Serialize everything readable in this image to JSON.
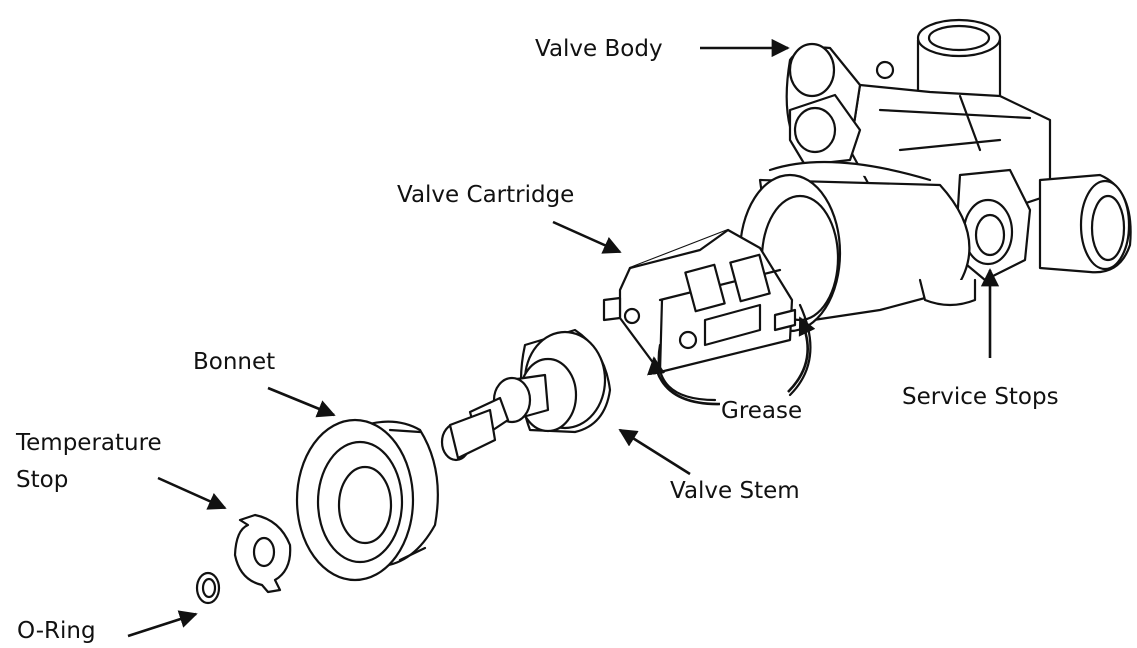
{
  "labels": {
    "valve_body": "Valve Body",
    "valve_cartridge": "Valve Cartridge",
    "bonnet": "Bonnet",
    "temperature_stop_line1": "Temperature",
    "temperature_stop_line2": "Stop",
    "o_ring": "O-Ring",
    "grease": "Grease",
    "valve_stem": "Valve Stem",
    "service_stops": "Service Stops"
  },
  "colors": {
    "line": "#111111",
    "fill": "#ffffff"
  }
}
